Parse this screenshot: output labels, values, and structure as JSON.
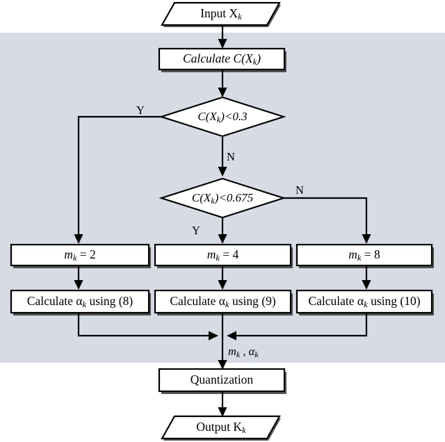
{
  "figure": {
    "title": "Adaptive quantization flowchart",
    "background_color": "#ffffff",
    "shaded_region_color": "#d6dbe4",
    "line_color": "#000000",
    "node_fill": "#ffffff"
  },
  "nodes": {
    "input": {
      "label": "Input X",
      "subscript": "k",
      "shape": "parallelogram"
    },
    "calc_c": {
      "label": "Calculate C(X",
      "subscript": "k",
      "label_tail": ")",
      "shape": "process"
    },
    "decision1": {
      "label": "C(X",
      "subscript": "k",
      "label_tail": ")<0.3",
      "shape": "decision"
    },
    "decision2": {
      "label": "C(X",
      "subscript": "k",
      "label_tail": ")<0.675",
      "shape": "decision"
    },
    "m_left": {
      "label": "m",
      "subscript": "k",
      "label_tail": " = 2",
      "shape": "process"
    },
    "m_mid": {
      "label": "m",
      "subscript": "k",
      "label_tail": " = 4",
      "shape": "process"
    },
    "m_right": {
      "label": "m",
      "subscript": "k",
      "label_tail": " = 8",
      "shape": "process"
    },
    "alpha_left": {
      "label": "Calculate α",
      "subscript": "k",
      "label_tail": " using (8)",
      "shape": "process"
    },
    "alpha_mid": {
      "label": "Calculate α",
      "subscript": "k",
      "label_tail": " using (9)",
      "shape": "process"
    },
    "alpha_right": {
      "label": "Calculate α",
      "subscript": "k",
      "label_tail": " using (10)",
      "shape": "process"
    },
    "quantization": {
      "label": "Quantization",
      "shape": "process"
    },
    "output": {
      "label": "Output K",
      "subscript": "k",
      "shape": "parallelogram"
    }
  },
  "edge_labels": {
    "d1_yes": "Y",
    "d1_no": "N",
    "d2_yes": "Y",
    "d2_no": "N",
    "merge": "m",
    "merge_sub1": "k",
    "merge_mid": " , α",
    "merge_sub2": "k"
  }
}
